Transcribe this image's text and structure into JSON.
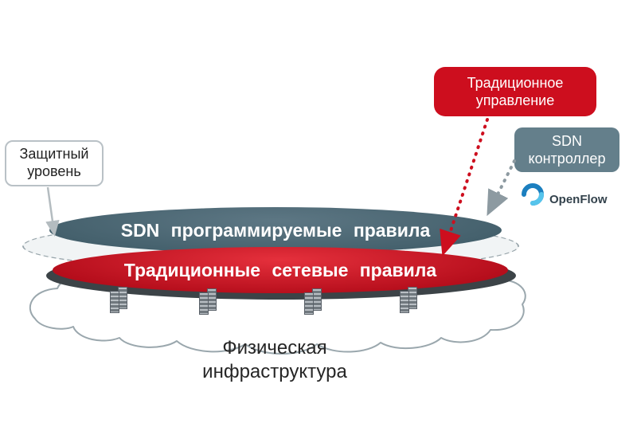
{
  "nodes": {
    "traditional_management": "Традиционное управление",
    "sdn_controller": "SDN контроллер",
    "protective_layer": "Защитный уровень",
    "sdn_rules": "SDN программируемые правила",
    "traditional_rules": "Традиционные сетевые правила",
    "physical_infrastructure": "Физическая инфраструктура",
    "openflow": "OpenFlow"
  },
  "colors": {
    "accent_red": "#cd0e1e",
    "slate_box": "#647f8b",
    "dark_ellipse": "#44606c",
    "red_ellipse": "#b30c1a",
    "cloud_outline": "#9aa7ad",
    "openflow_blue": "#2aa4dc"
  }
}
